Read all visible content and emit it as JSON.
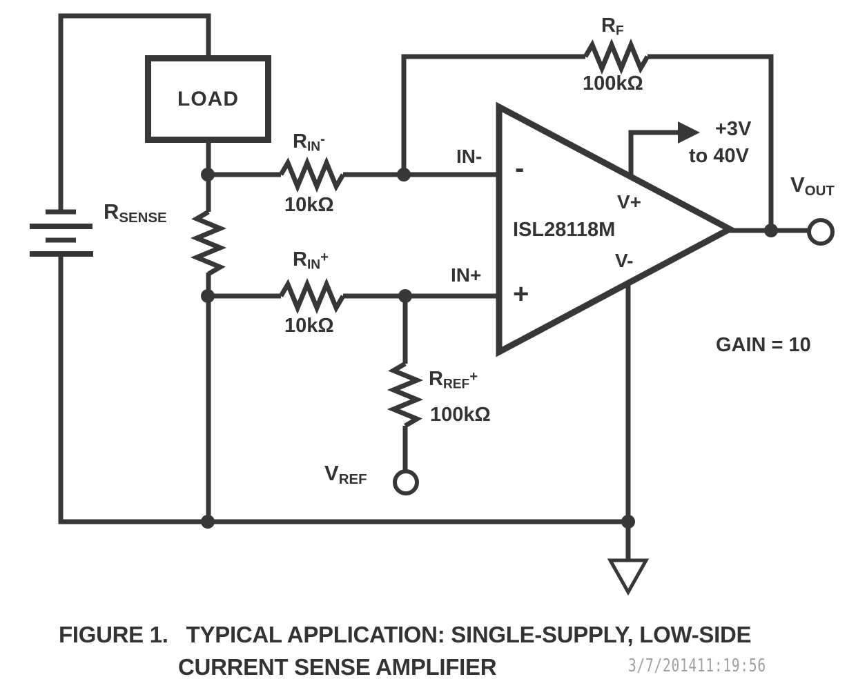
{
  "figure": {
    "caption_label": "FIGURE 1.",
    "caption_line1": "TYPICAL APPLICATION: SINGLE-SUPPLY, LOW-SIDE",
    "caption_line2": "CURRENT SENSE AMPLIFIER",
    "watermark_timestamp": "3/7/201411:19:56"
  },
  "colors": {
    "ink": "#373737",
    "text": "#333333",
    "timestamp_gray": "#a0a0a0",
    "background": "#ffffff"
  },
  "components": {
    "load": {
      "label": "LOAD"
    },
    "rsense": {
      "name": "R",
      "sub": "SENSE"
    },
    "rin_minus": {
      "name": "R",
      "sub": "IN",
      "suffix": "-",
      "value": "10kΩ"
    },
    "rin_plus": {
      "name": "R",
      "sub": "IN",
      "suffix": "+",
      "value": "10kΩ"
    },
    "rf": {
      "name": "R",
      "sub": "F",
      "value": "100kΩ"
    },
    "rref": {
      "name": "R",
      "sub": "REF",
      "suffix": "+",
      "value": "100kΩ"
    },
    "vref": {
      "name": "V",
      "sub": "REF"
    },
    "vout": {
      "name": "V",
      "sub": "OUT"
    },
    "opamp": {
      "part_number": "ISL28118M",
      "pin_in_minus": "IN-",
      "pin_in_plus": "IN+",
      "input_minus_sign": "-",
      "input_plus_sign": "+",
      "pin_vplus": "V+",
      "pin_vminus": "V-"
    },
    "supply": {
      "line1": "+3V",
      "line2": "to 40V"
    },
    "gain_note": "GAIN = 10"
  }
}
